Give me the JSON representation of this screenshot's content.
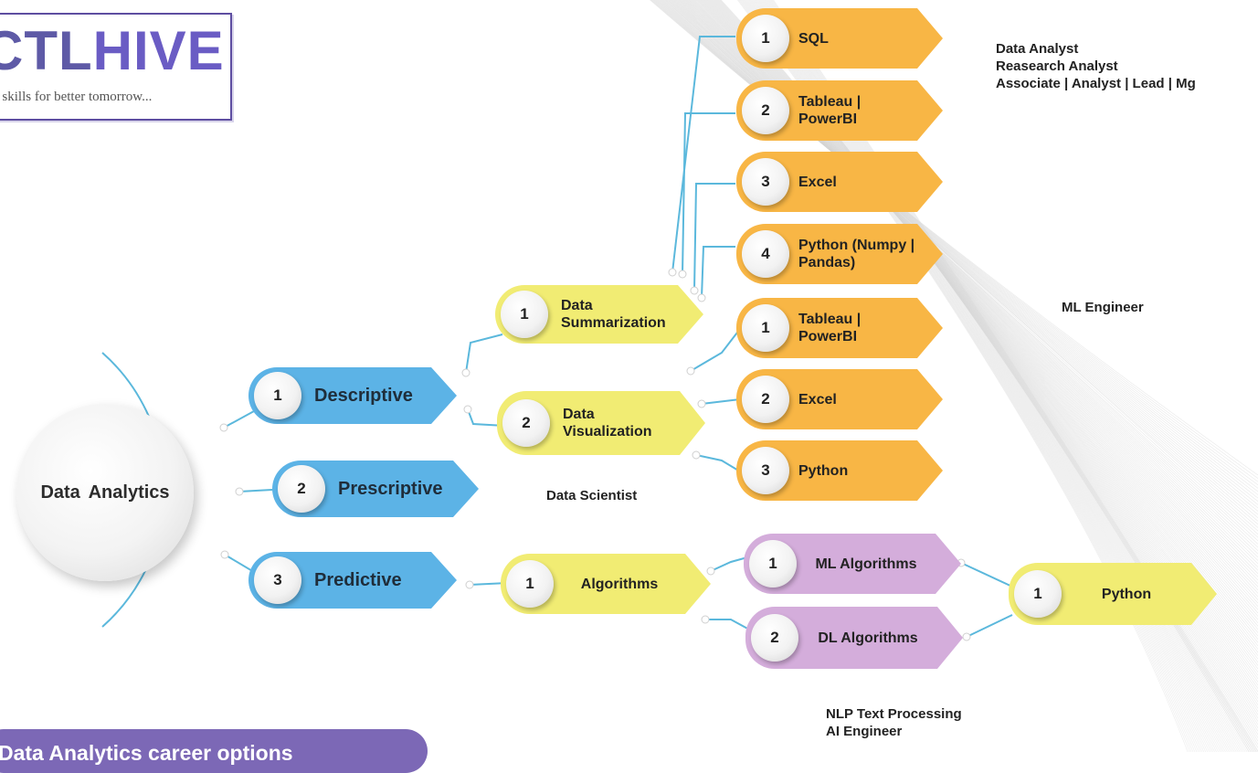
{
  "logo": {
    "brand_left": "CTL",
    "brand_right": "HIVE",
    "tagline": "a skills for better tomorrow..."
  },
  "hub": {
    "label": "Data  Analytics"
  },
  "types": [
    {
      "num": "1",
      "label": "Descriptive"
    },
    {
      "num": "2",
      "label": "Prescriptive"
    },
    {
      "num": "3",
      "label": "Predictive"
    }
  ],
  "descriptive_branches": [
    {
      "num": "1",
      "label": "Data Summarization"
    },
    {
      "num": "2",
      "label": "Data Visualization"
    }
  ],
  "summarization_tools": [
    {
      "num": "1",
      "label": "SQL"
    },
    {
      "num": "2",
      "label": "Tableau | PowerBI"
    },
    {
      "num": "3",
      "label": "Excel"
    },
    {
      "num": "4",
      "label": "Python (Numpy | Pandas)"
    }
  ],
  "visualization_tools": [
    {
      "num": "1",
      "label": "Tableau | PowerBI"
    },
    {
      "num": "2",
      "label": "Excel"
    },
    {
      "num": "3",
      "label": "Python"
    }
  ],
  "predictive_branch": {
    "num": "1",
    "label": "Algorithms"
  },
  "algorithm_types": [
    {
      "num": "1",
      "label": "ML Algorithms"
    },
    {
      "num": "2",
      "label": "DL Algorithms"
    }
  ],
  "final_tool": {
    "num": "1",
    "label": "Python"
  },
  "roles": {
    "analyst_line1": "Data Analyst",
    "analyst_line2": "Reasearch Analyst",
    "analyst_line3": "Associate | Analyst | Lead | Mg",
    "ml": "ML Engineer",
    "scientist": "Data Scientist",
    "nlp": "NLP Text Processing",
    "ai": "AI Engineer"
  },
  "footer": {
    "label": "Data Analytics career options"
  },
  "colors": {
    "blue": "#5cb3e6",
    "yellow": "#f1ec73",
    "orange": "#f8b645",
    "purple": "#d4addb",
    "connector": "#5bb8dc",
    "footer": "#7c68b6"
  }
}
